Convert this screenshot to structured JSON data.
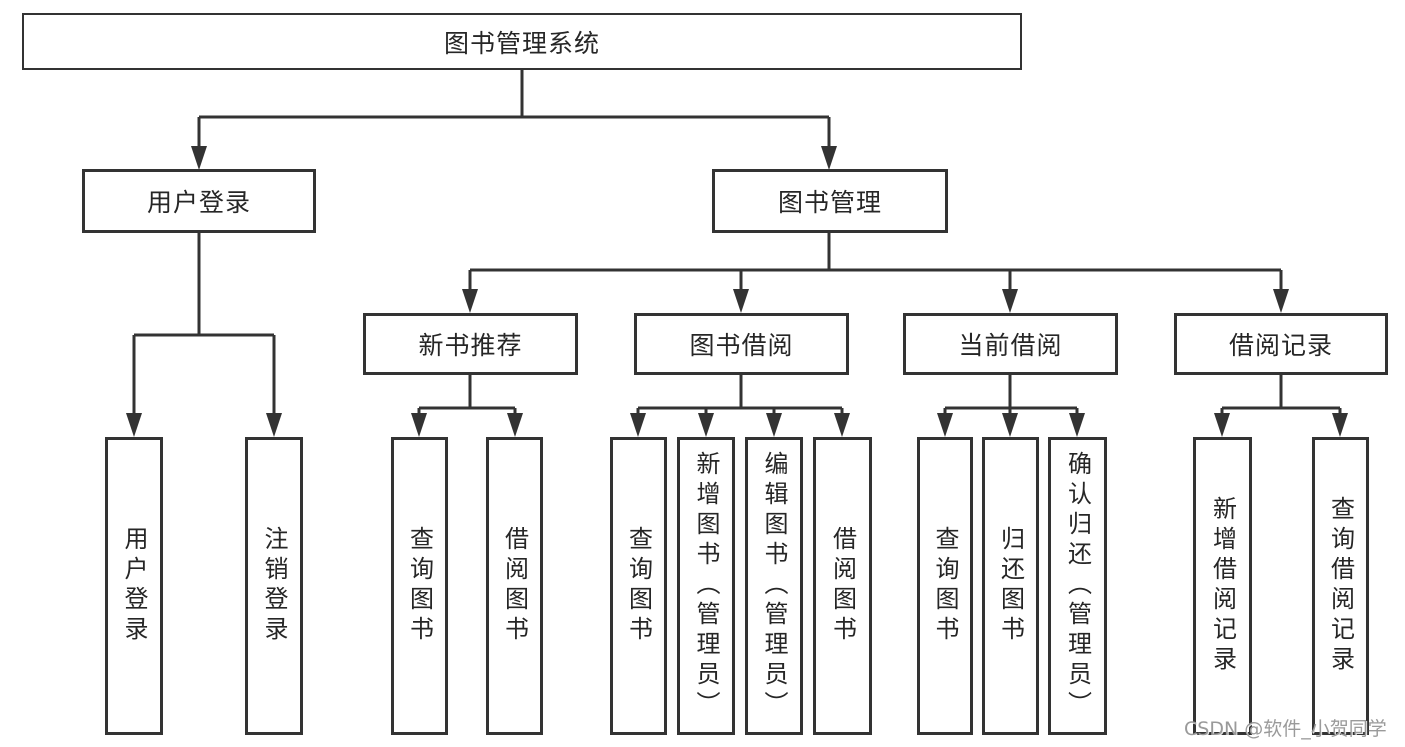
{
  "diagram": {
    "root": {
      "label": "图书管理系统"
    },
    "user_login": {
      "label": "用户登录",
      "children": [
        "用户登录",
        "注销登录"
      ]
    },
    "book_mgmt": {
      "label": "图书管理",
      "sections": [
        {
          "label": "新书推荐",
          "children": [
            "查询图书",
            "借阅图书"
          ]
        },
        {
          "label": "图书借阅",
          "children": [
            "查询图书",
            "新增图书（管理员）",
            "编辑图书（管理员）",
            "借阅图书"
          ]
        },
        {
          "label": "当前借阅",
          "children": [
            "查询图书",
            "归还图书",
            "确认归还（管理员）"
          ]
        },
        {
          "label": "借阅记录",
          "children": [
            "新增借阅记录",
            "查询借阅记录"
          ]
        }
      ]
    }
  },
  "watermark": "CSDN @软件_小贺同学",
  "colors": {
    "line": "#333333",
    "border": "#333333",
    "fill": "#ffffff",
    "text": "#262626",
    "watermark": "#9a9a9a",
    "background": "#ffffff"
  }
}
